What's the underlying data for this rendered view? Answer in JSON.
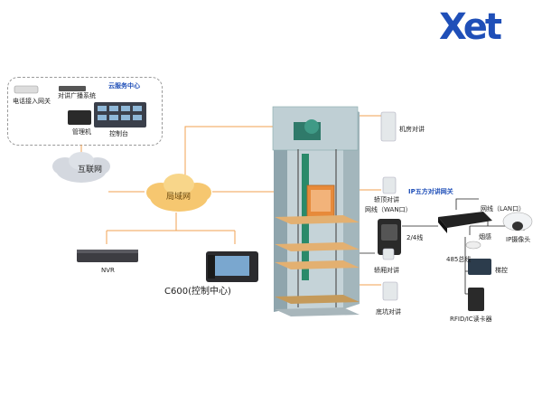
{
  "logo": {
    "text": "Xet",
    "color": "#1f4fb8"
  },
  "cloud_center": {
    "title": "云服务中心",
    "devices": [
      "电话接入网关",
      "对讲广播系统",
      "管理机",
      "控制台"
    ]
  },
  "network": {
    "internet": "互联网",
    "lan": "局域网",
    "nvr": "NVR",
    "control": "C600(控制中心)"
  },
  "elevator": {
    "top_device": "机房对讲",
    "car_top": "轿顶对讲",
    "wan": "网线（WAN口）",
    "car_panel": "轿厢对讲",
    "pit": "底坑对讲",
    "wire_24": "2/4线"
  },
  "gateway": {
    "title": "IP五方对讲网关",
    "lan": "网线（LAN口）",
    "camera": "IP摄像头",
    "smoke": "烟感",
    "bus485": "485总线",
    "board": "梯控",
    "reader": "RFID/IC读卡器"
  },
  "colors": {
    "accent": "#1f4fb8",
    "line": "#f0a050",
    "shaft": "#b8c8cf"
  }
}
